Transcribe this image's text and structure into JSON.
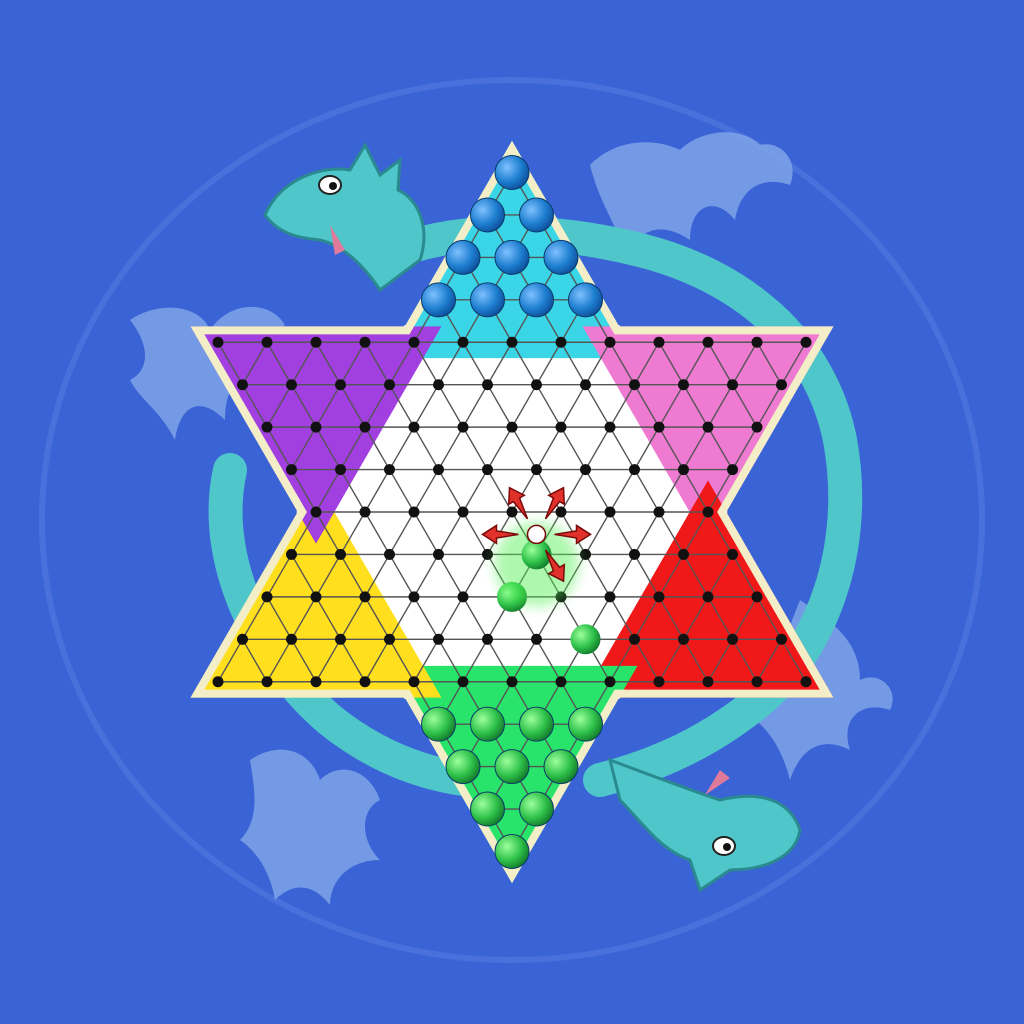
{
  "game": {
    "title": "",
    "board_type": "Chinese checkers (star halma)",
    "decorations": [
      "dragon-top-left",
      "dragon-bottom-right",
      "flame-swirls"
    ]
  },
  "colors": {
    "background": "#3a63d6",
    "dragon": "#4fc6c9",
    "flame": "#7fa3e8",
    "board_center": "#ffffff",
    "grid_line": "#555555",
    "outline": "#f3eec8"
  },
  "board": {
    "triangles": [
      {
        "name": "top",
        "color": "#3ad6e8",
        "marbles": "cyan",
        "occupied": true
      },
      {
        "name": "upper-left",
        "color": "#a23fe0",
        "occupied": false
      },
      {
        "name": "upper-right",
        "color": "#ee7ad2",
        "occupied": false
      },
      {
        "name": "lower-left",
        "color": "#ffdf1e",
        "occupied": false
      },
      {
        "name": "lower-right",
        "color": "#f01818",
        "occupied": false
      },
      {
        "name": "bottom",
        "color": "#28e46a",
        "marbles": "green",
        "occupied": true
      }
    ],
    "marble_colors": {
      "cyan": "#1e7fd0",
      "green": "#2ec24a"
    },
    "selected_cell": {
      "q": 0,
      "r": 1
    },
    "move_hint_icon": "red-move-arrows-icon",
    "green_advanced_marbles": [
      [
        -1,
        2
      ],
      [
        0,
        3
      ]
    ]
  }
}
